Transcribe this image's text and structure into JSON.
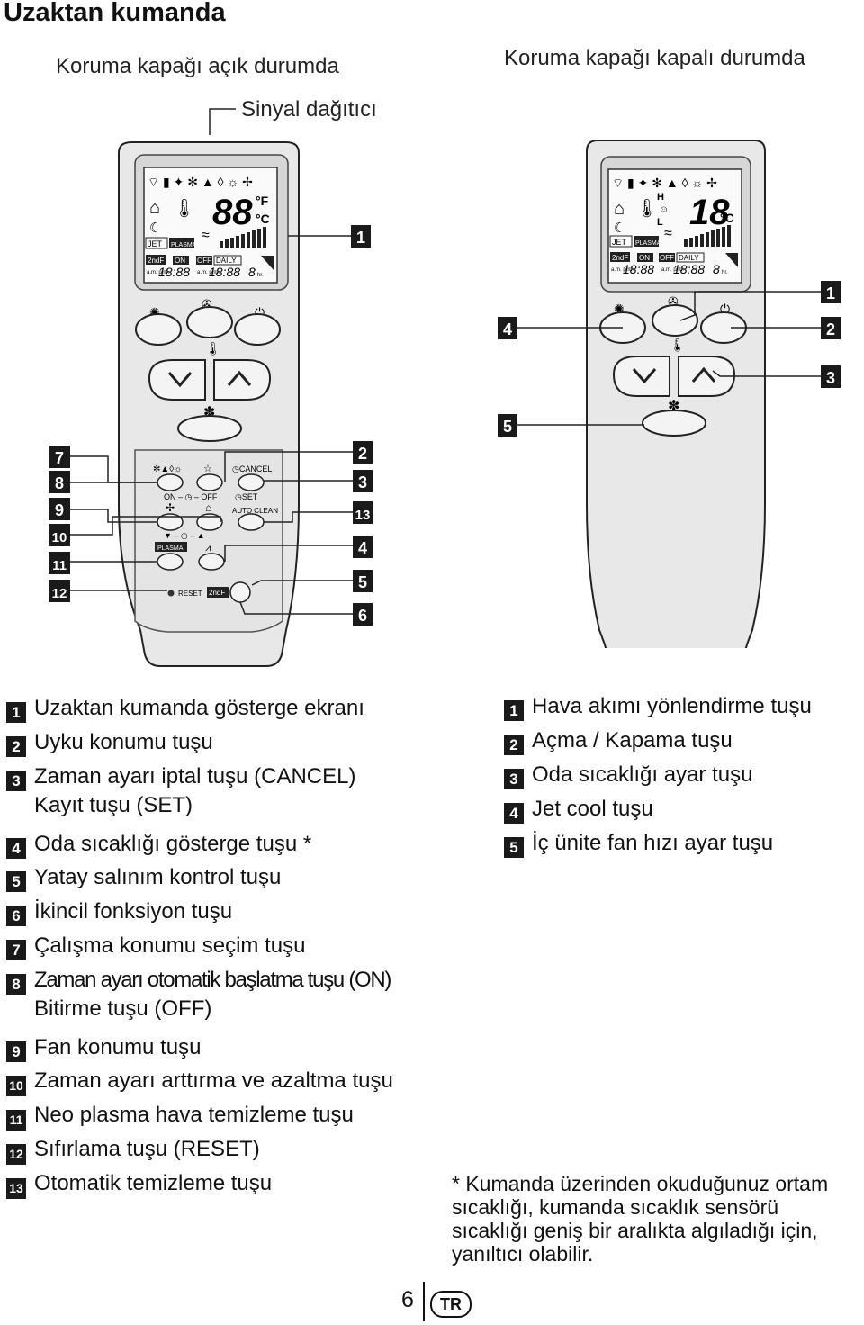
{
  "page": {
    "title": "Uzaktan kumanda",
    "caption_open": "Koruma kapağı açık durumda",
    "caption_closed": "Koruma kapağı kapalı durumda",
    "signal_label": "Sinyal dağıtıcı",
    "page_number": "6",
    "lang_badge": "TR"
  },
  "remote_open": {
    "display": {
      "temp_digits": "88",
      "unit_f": "°F",
      "unit_c": "°C",
      "jet": "JET",
      "plasma": "PLASMA",
      "second_f": "2ndF",
      "on": "ON",
      "off": "OFF",
      "daily": "DAILY",
      "ampm": "a.m. p.m.",
      "time1": "18:88",
      "time2": "18:88",
      "hours": "8",
      "hr": "hr."
    },
    "panel": {
      "cancel": "CANCEL",
      "set": "SET",
      "on_off": "ON – ◷ – OFF",
      "auto_clean": "AUTO CLEAN",
      "time_adjust": "▼ – ◷ – ▲",
      "plasma": "PLASMA",
      "reset": "RESET",
      "second_f": "2ndF"
    },
    "callouts_right": [
      "1",
      "2",
      "3",
      "13",
      "4",
      "5",
      "6"
    ],
    "callouts_left": [
      "7",
      "8",
      "9",
      "10",
      "11",
      "12"
    ]
  },
  "remote_closed": {
    "display": {
      "temp_digits": "18",
      "unit_c": "°C",
      "h": "H",
      "l": "L",
      "jet": "JET",
      "plasma": "PLASMA",
      "second_f": "2ndF",
      "on": "ON",
      "off": "OFF",
      "daily": "DAILY",
      "ampm": "a.m. p.m.",
      "time1": "18:88",
      "time2": "18:88",
      "hours": "8",
      "hr": "hr."
    },
    "callouts_left": [
      "4",
      "5"
    ],
    "callouts_right": [
      "1",
      "2",
      "3"
    ]
  },
  "legend_open": [
    {
      "num": "1",
      "text": "Uzaktan kumanda gösterge ekranı"
    },
    {
      "num": "2",
      "text": "Uyku konumu tuşu"
    },
    {
      "num": "3",
      "text": "Zaman ayarı iptal tuşu (CANCEL)",
      "text2": "Kayıt tuşu (SET)"
    },
    {
      "num": "4",
      "text": "Oda sıcaklığı gösterge tuşu *"
    },
    {
      "num": "5",
      "text": "Yatay salınım kontrol tuşu"
    },
    {
      "num": "6",
      "text": "İkincil fonksiyon tuşu"
    },
    {
      "num": "7",
      "text": "Çalışma konumu seçim tuşu"
    },
    {
      "num": "8",
      "text": "Zaman ayarı otomatik başlatma tuşu (ON)",
      "text2": "Bitirme tuşu (OFF)"
    },
    {
      "num": "9",
      "text": "Fan konumu tuşu"
    },
    {
      "num": "10",
      "text": "Zaman ayarı arttırma ve azaltma tuşu"
    },
    {
      "num": "11",
      "text": "Neo plasma hava temizleme tuşu"
    },
    {
      "num": "12",
      "text": "Sıfırlama tuşu (RESET)"
    },
    {
      "num": "13",
      "text": "Otomatik temizleme tuşu"
    }
  ],
  "legend_closed": [
    {
      "num": "1",
      "text": "Hava akımı yönlendirme tuşu"
    },
    {
      "num": "2",
      "text": "Açma / Kapama tuşu"
    },
    {
      "num": "3",
      "text": "Oda sıcaklığı ayar tuşu"
    },
    {
      "num": "4",
      "text": "Jet cool tuşu"
    },
    {
      "num": "5",
      "text": "İç ünite fan hızı ayar tuşu"
    }
  ],
  "note": {
    "line1": "* Kumanda üzerinden okuduğunuz ortam",
    "line2": "sıcaklığı, kumanda sıcaklık sensörü",
    "line3": "sıcaklığı geniş bir aralıkta algıladığı için,",
    "line4": "yanıltıcı olabilir."
  }
}
